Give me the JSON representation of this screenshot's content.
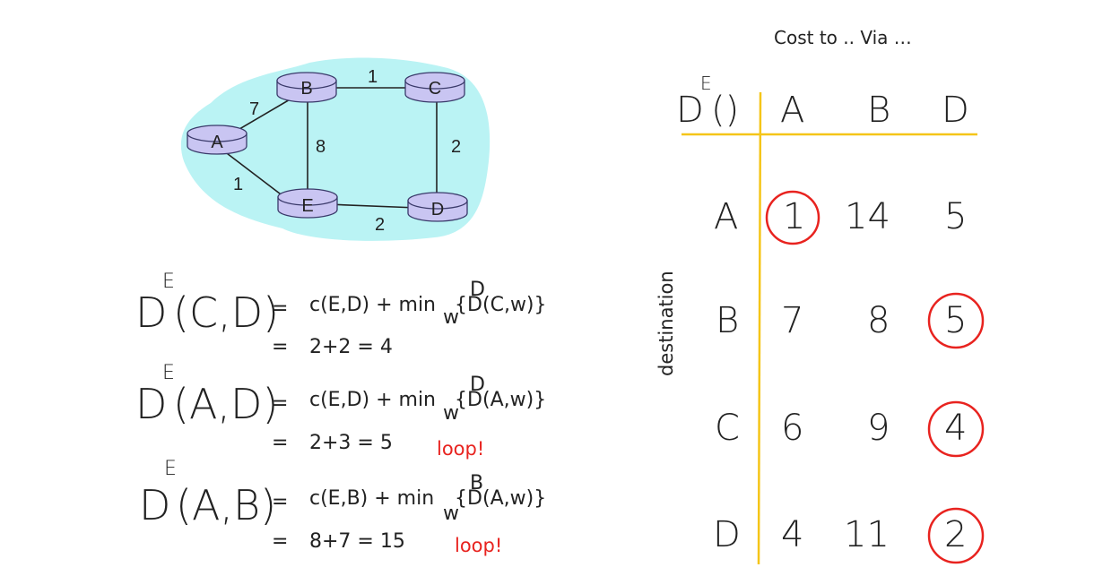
{
  "graph": {
    "nodes": [
      {
        "id": "A",
        "label": "A"
      },
      {
        "id": "B",
        "label": "B"
      },
      {
        "id": "C",
        "label": "C"
      },
      {
        "id": "D",
        "label": "D"
      },
      {
        "id": "E",
        "label": "E"
      }
    ],
    "edges": [
      {
        "from": "A",
        "to": "B",
        "cost": "7"
      },
      {
        "from": "B",
        "to": "C",
        "cost": "1"
      },
      {
        "from": "B",
        "to": "E",
        "cost": "8"
      },
      {
        "from": "C",
        "to": "D",
        "cost": "2"
      },
      {
        "from": "A",
        "to": "E",
        "cost": "1"
      },
      {
        "from": "E",
        "to": "D",
        "cost": "2"
      }
    ],
    "colors": {
      "cloud": "#baf3f4",
      "router_fill": "#c9c5f2",
      "router_stroke": "#3a3a6a"
    }
  },
  "equations": [
    {
      "D": "D",
      "super": "E",
      "args": "(C,D)",
      "eq1": "=",
      "rhs1_pre": "c(E,D) + min",
      "sub": "w",
      "brace": "{D",
      "super2": "D",
      "rhs1_post": " (C,w)}",
      "eq2": "=",
      "rhs2": "2+2  = 4",
      "loop": ""
    },
    {
      "D": "D",
      "super": "E",
      "args": "(A,D)",
      "eq1": "=",
      "rhs1_pre": "c(E,D) + min",
      "sub": "w",
      "brace": "{D",
      "super2": "D",
      "rhs1_post": " (A,w)}",
      "eq2": "=",
      "rhs2": "2+3  = 5",
      "loop": "loop!"
    },
    {
      "D": "D",
      "super": "E",
      "args": "(A,B)",
      "eq1": "=",
      "rhs1_pre": "c(E,B) + min",
      "sub": "w",
      "brace": "{D",
      "super2": "B",
      "rhs1_post": " (A,w)}",
      "eq2": "=",
      "rhs2": "8+7  = 15",
      "loop": "loop!"
    }
  ],
  "table": {
    "title": "Cost to .. Via …",
    "corner": {
      "D": "D",
      "super": "E",
      "paren": "()"
    },
    "via": [
      "A",
      "B",
      "D"
    ],
    "side_label": "destination",
    "rows": [
      {
        "dest": "A",
        "values": [
          "1",
          "14",
          "5"
        ],
        "circled": [
          true,
          false,
          false
        ]
      },
      {
        "dest": "B",
        "values": [
          "7",
          "8",
          "5"
        ],
        "circled": [
          false,
          false,
          true
        ]
      },
      {
        "dest": "C",
        "values": [
          "6",
          "9",
          "4"
        ],
        "circled": [
          false,
          false,
          true
        ]
      },
      {
        "dest": "D",
        "values": [
          "4",
          "11",
          "2"
        ],
        "circled": [
          false,
          false,
          true
        ]
      }
    ],
    "colors": {
      "grid": "#f5c518",
      "circle": "#e8231f"
    }
  }
}
